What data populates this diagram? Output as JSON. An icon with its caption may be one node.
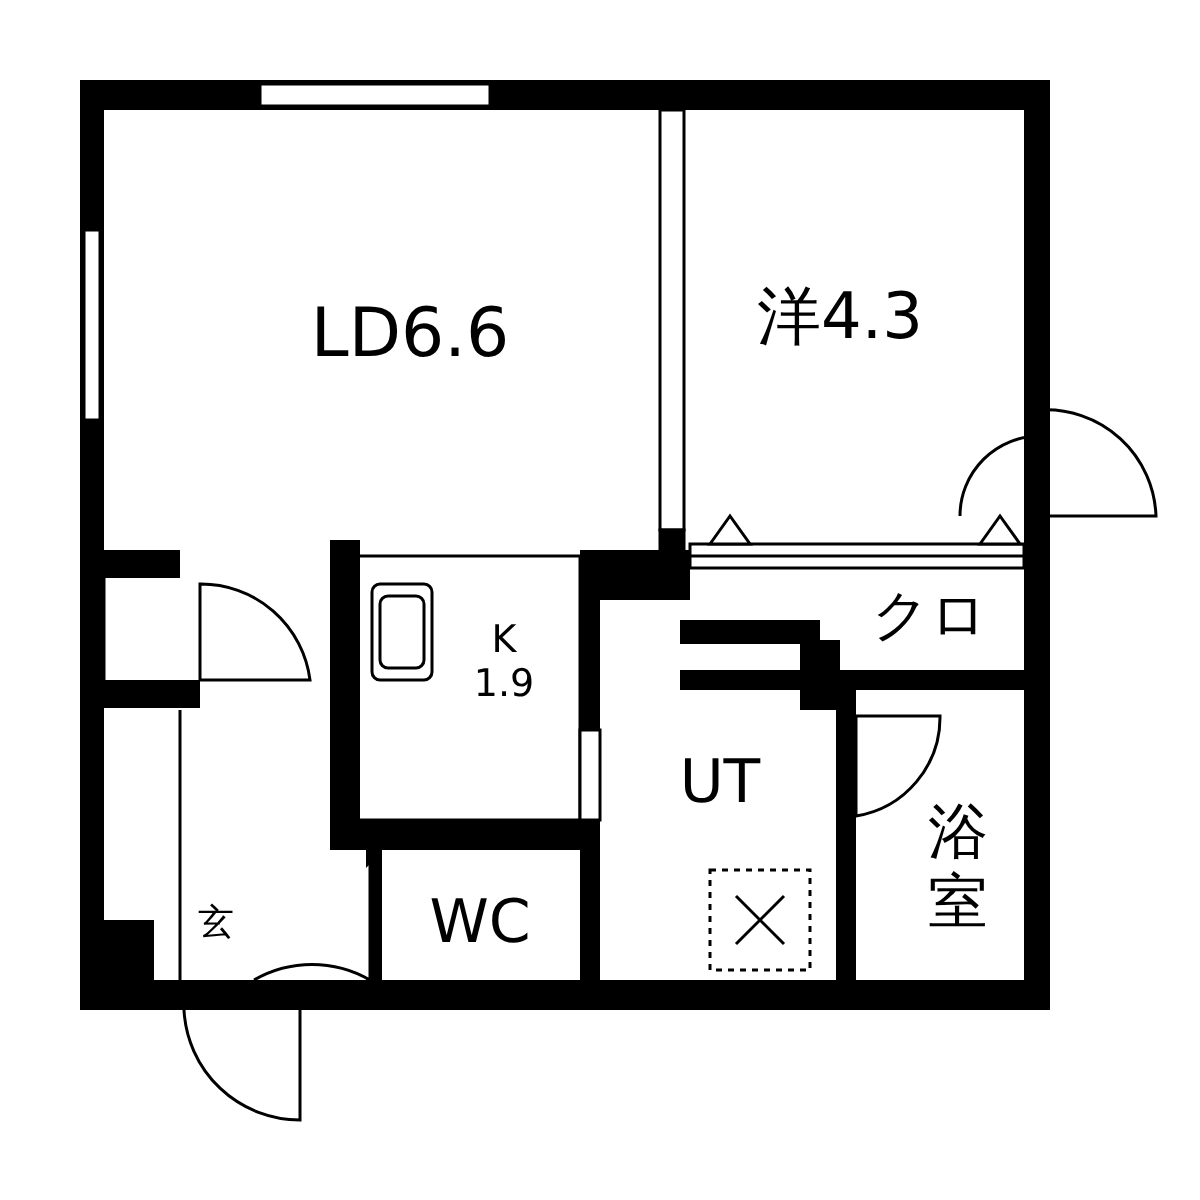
{
  "diagram": {
    "nodes": [
      {
        "text": [
          "LD6.6"
        ]
      },
      {
        "text": [
          "洋4.3"
        ]
      },
      {
        "text": [
          "クロ"
        ]
      },
      {
        "text": [
          "K 1.9"
        ]
      },
      {
        "text": [
          "UT"
        ]
      },
      {
        "text": [
          "浴室"
        ]
      },
      {
        "text": [
          "WC"
        ]
      },
      {
        "text": [
          "玄"
        ]
      }
    ]
  }
}
